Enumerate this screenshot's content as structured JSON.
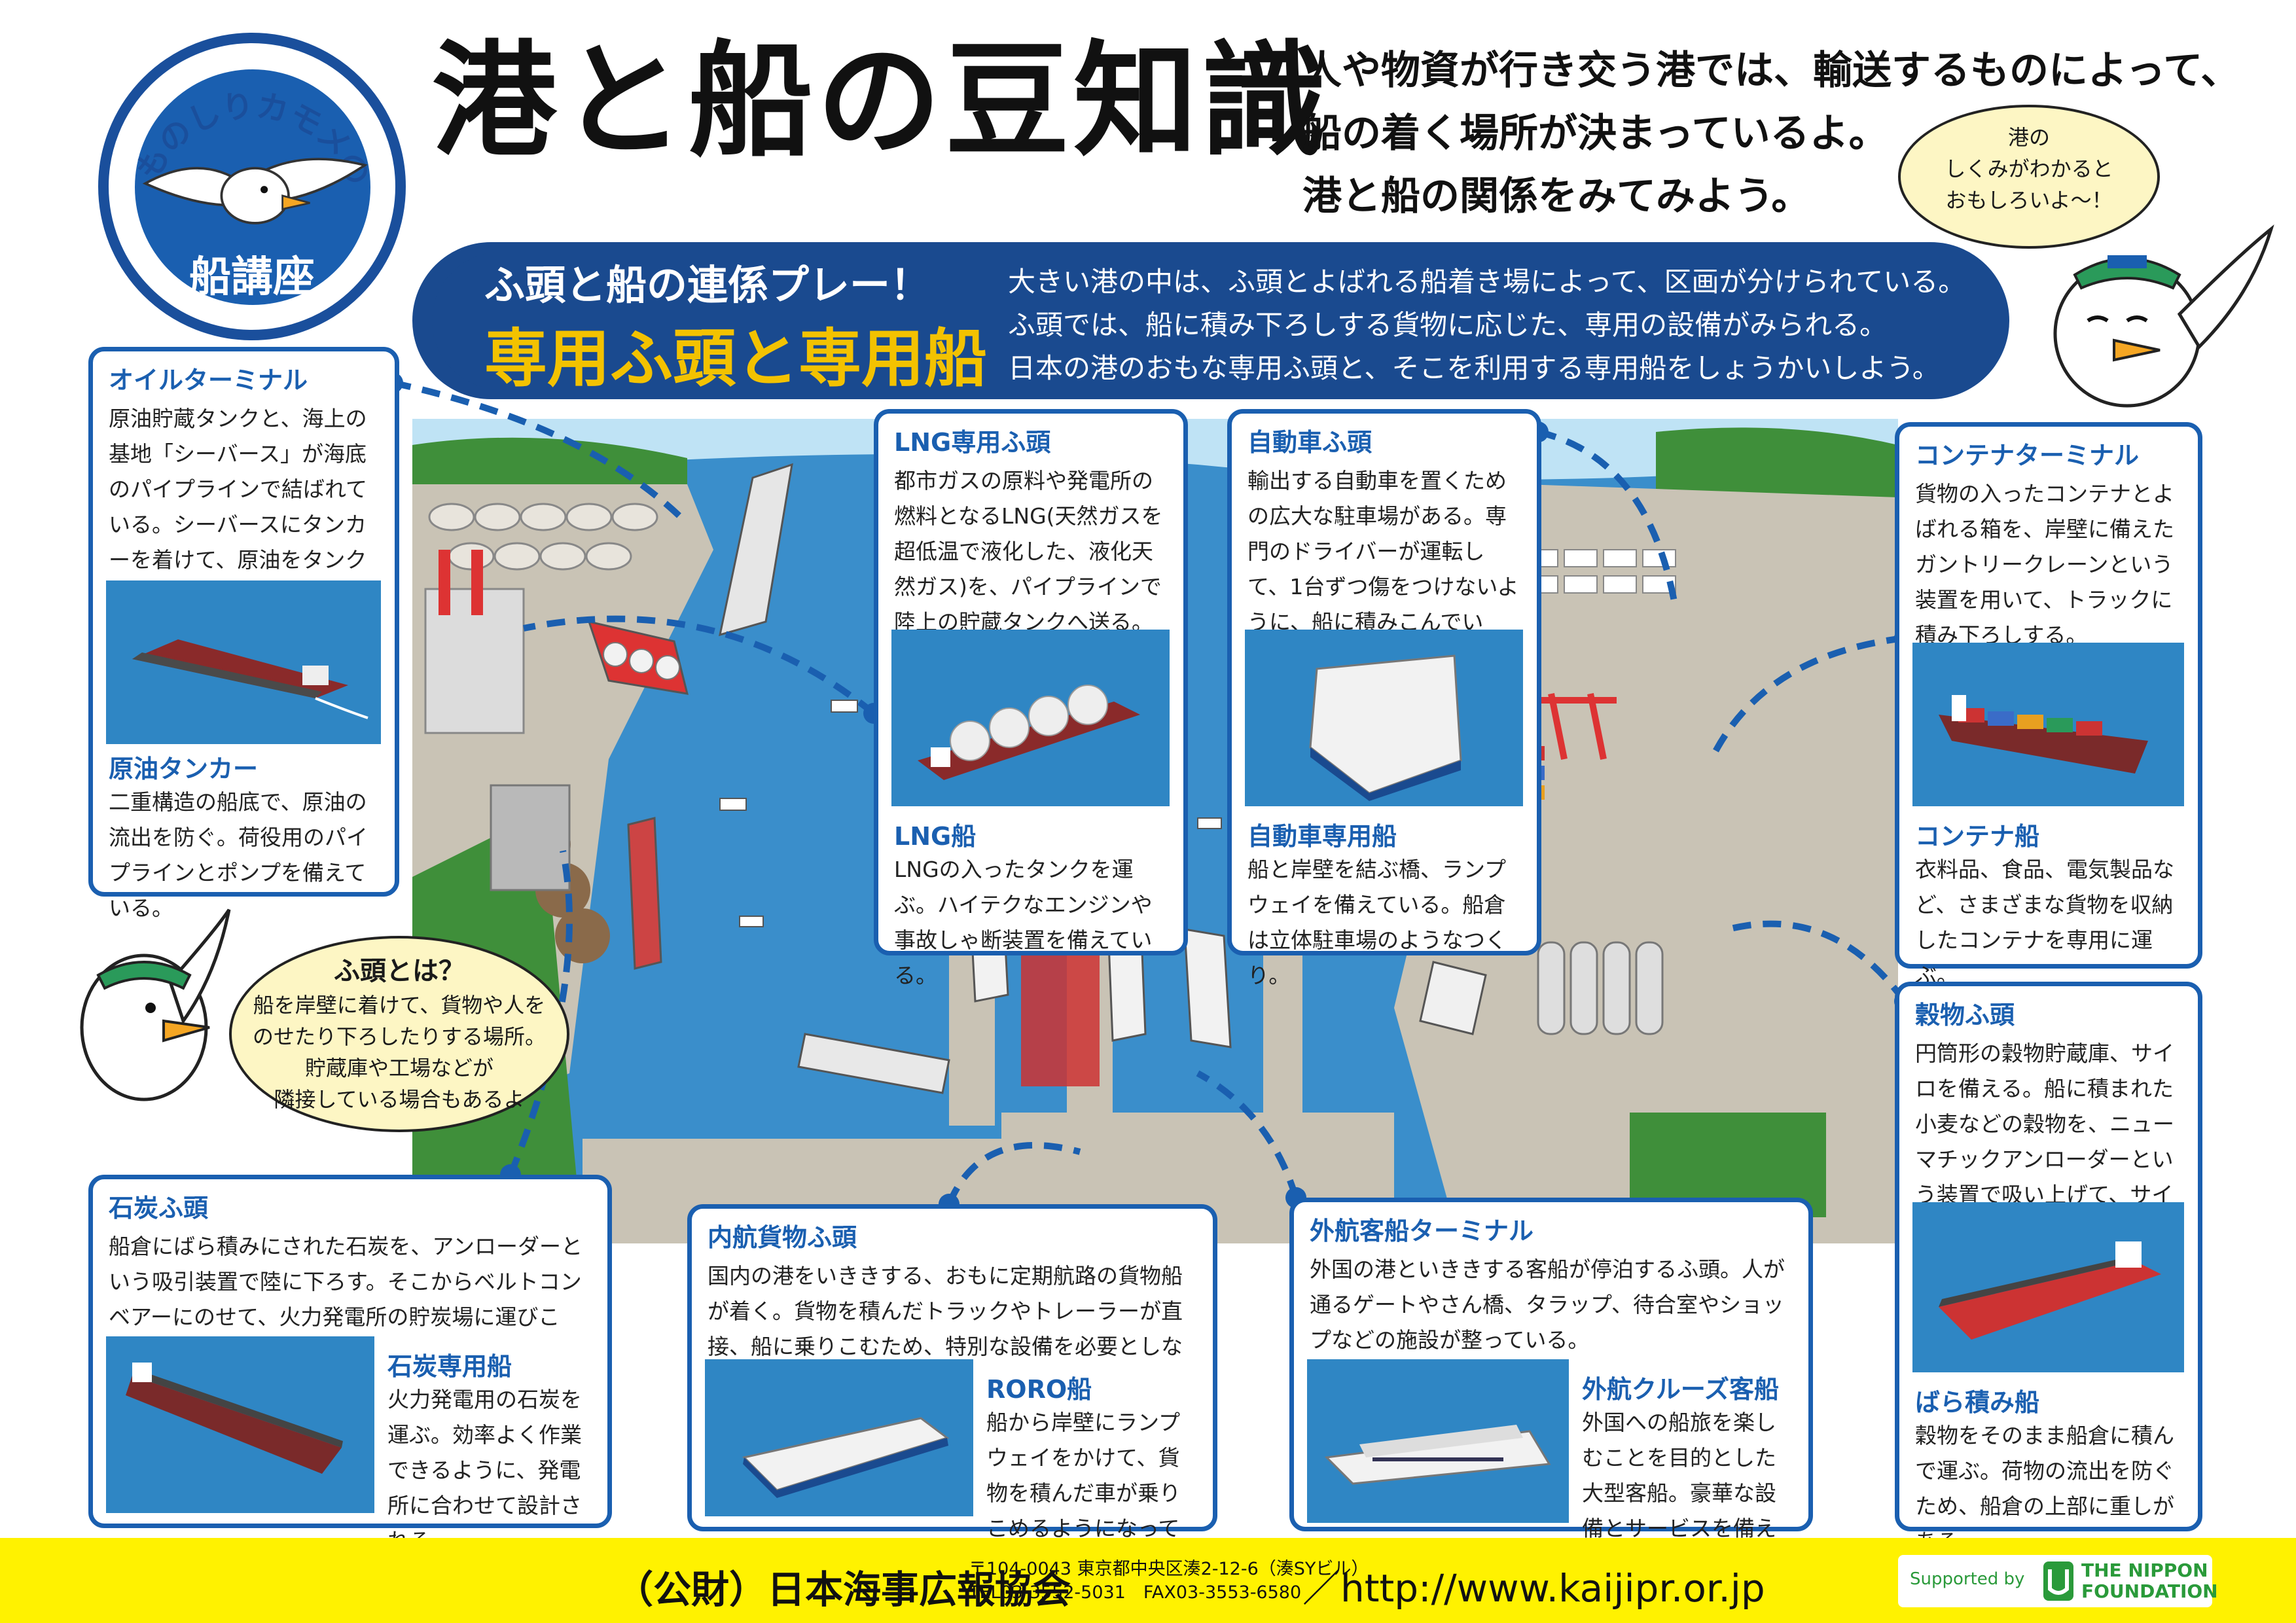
{
  "header": {
    "badge_top": "ものしりカモメの",
    "badge_bottom": "船講座",
    "title": "港と船の豆知識",
    "intro": [
      "人や物資が行き交う港では、輸送するものによって、",
      "船の着く場所が決まっているよ。",
      "港と船の関係をみてみよう。"
    ],
    "bubble": [
      "港の",
      "しくみがわかると",
      "おもしろいよ～！"
    ]
  },
  "banner": {
    "subtitle": "ふ頭と船の連係プレー！",
    "title": "専用ふ頭と専用船",
    "text": [
      "大きい港の中は、ふ頭とよばれる船着き場によって、区画が分けられている。",
      "ふ頭では、船に積み下ろしする貨物に応じた、専用の設備がみられる。",
      "日本の港のおもな専用ふ頭と、そこを利用する専用船をしょうかいしよう。"
    ]
  },
  "boxes": {
    "oil": {
      "t1": "オイルターミナル",
      "d1": "原油貯蔵タンクと、海上の基地「シーバース」が海底のパイプラインで結ばれている。シーバースにタンカーを着けて、原油をタンクに送る。",
      "t2": "原油タンカー",
      "d2": "二重構造の船底で、原油の流出を防ぐ。荷役用のパイプラインとポンプを備えている。"
    },
    "lng": {
      "t1": "LNG専用ふ頭",
      "d1": "都市ガスの原料や発電所の燃料となるLNG(天然ガスを超低温で液化した、液化天然ガス)を、パイプラインで陸上の貯蔵タンクへ送る。",
      "t2": "LNG船",
      "d2": "LNGの入ったタンクを運ぶ。ハイテクなエンジンや事故しゃ断装置を備えている。"
    },
    "car": {
      "t1": "自動車ふ頭",
      "d1": "輸出する自動車を置くための広大な駐車場がある。専門のドライバーが運転して、1台ずつ傷をつけないように、船に積みこんでいく。",
      "t2": "自動車専用船",
      "d2": "船と岸壁を結ぶ橋、ランプウェイを備えている。船倉は立体駐車場のようなつくり。"
    },
    "container": {
      "t1": "コンテナターミナル",
      "d1": "貨物の入ったコンテナとよばれる箱を、岸壁に備えたガントリークレーンという装置を用いて、トラックに積み下ろしする。",
      "t2": "コンテナ船",
      "d2": "衣料品、食品、電気製品など、さまざまな貨物を収納したコンテナを専用に運ぶ。"
    },
    "grain": {
      "t1": "穀物ふ頭",
      "d1": "円筒形の穀物貯蔵庫、サイロを備える。船に積まれた小麦などの穀物を、ニューマチックアンローダーという装置で吸い上げて、サイロに送る。",
      "t2": "ばら積み船",
      "d2": "穀物をそのまま船倉に積んで運ぶ。荷物の流出を防ぐため、船倉の上部に重しがある。"
    },
    "coal": {
      "t1": "石炭ふ頭",
      "d1": "船倉にばら積みにされた石炭を、アンローダーという吸引装置で陸に下ろす。そこからベルトコンベアーにのせて、火力発電所の貯炭場に運びこむ。",
      "t2": "石炭専用船",
      "d2": "火力発電用の石炭を運ぶ。効率よく作業できるように、発電所に合わせて設計される。"
    },
    "domestic": {
      "t1": "内航貨物ふ頭",
      "d1": "国内の港をいききする、おもに定期航路の貨物船が着く。貨物を積んだトラックやトレーラーが直接、船に乗りこむため、特別な設備を必要としない。",
      "t2": "RORO船",
      "d2": "船から岸壁にランプウェイをかけて、貨物を積んだ車が乗りこめるようになっている。"
    },
    "cruise": {
      "t1": "外航客船ターミナル",
      "d1": "外国の港といききする客船が停泊するふ頭。人が通るゲートやさん橋、タラップ、待合室やショップなどの施設が整っている。",
      "t2": "外航クルーズ客船",
      "d2": "外国への船旅を楽しむことを目的とした大型客船。豪華な設備とサービスを備えている。"
    }
  },
  "futo_bubble": {
    "title": "ふ頭とは？",
    "body": [
      "船を岸壁に着けて、貨物や人を",
      "のせたり下ろしたりする場所。",
      "貯蔵庫や工場などが",
      "隣接している場合もあるよ"
    ]
  },
  "footer": {
    "org": "（公財）日本海事広報協会",
    "addr1": "〒104-0043 東京都中央区湊2-12-6（湊SYビル）",
    "addr2": "TEL03-3552-5031　FAX03-3553-6580",
    "url": "／http://www.kaijipr.or.jp",
    "supported": "Supported by",
    "foundation": [
      "THE NIPPON",
      "FOUNDATION"
    ]
  },
  "colors": {
    "accent": "#1a5fb0",
    "banner": "#1a4a8f",
    "title_yellow": "#f3c200",
    "footer": "#fff200",
    "sea": "#3a8ecb"
  }
}
